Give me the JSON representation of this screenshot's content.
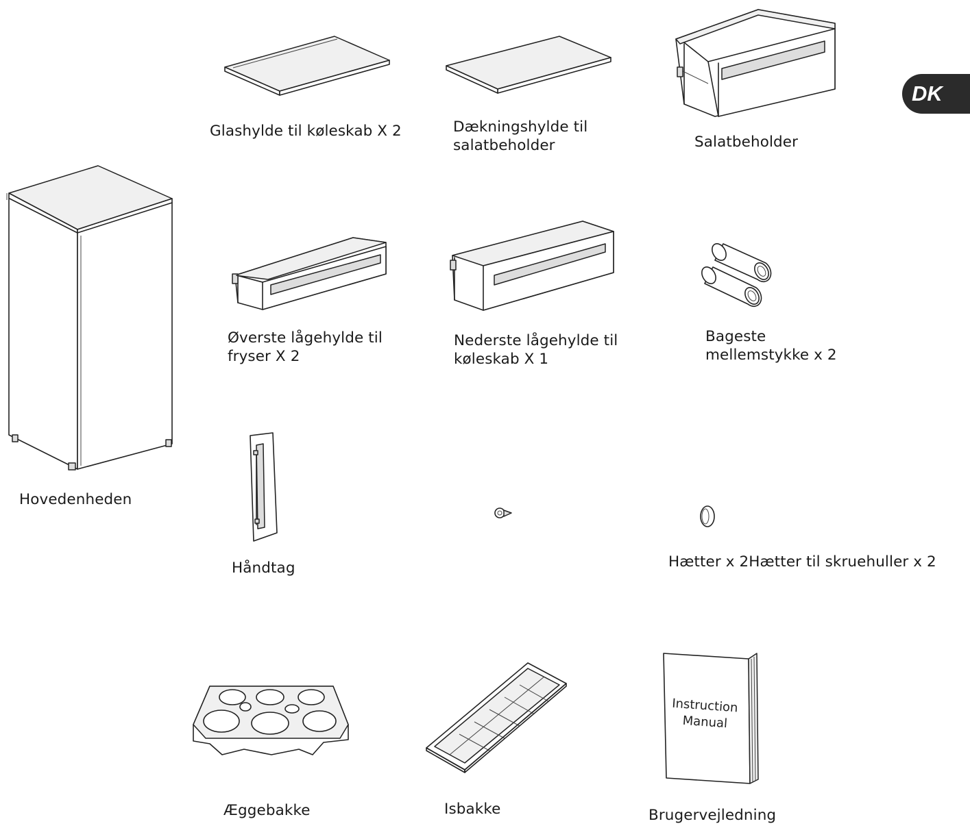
{
  "tab": {
    "label": "DK"
  },
  "items": {
    "glass_shelf": {
      "line1": "Glashylde til køleskab X 2",
      "line2": ""
    },
    "cover_shelf": {
      "line1": "Dækningshylde til",
      "line2": "salatbeholder"
    },
    "crisper": {
      "line1": "Salatbeholder",
      "line2": ""
    },
    "main_unit": {
      "line1": "Hovedenheden",
      "line2": ""
    },
    "upper_door_shelf": {
      "line1": "Øverste lågehylde til",
      "line2": "fryser X 2"
    },
    "lower_door_shelf": {
      "line1": "Nederste lågehylde til",
      "line2": "køleskab X 1"
    },
    "spacers": {
      "line1": "Bageste",
      "line2": "mellemstykke x 2"
    },
    "handle": {
      "line1": "Håndtag",
      "line2": ""
    },
    "caps": {
      "line1": "Hætter x 2Hætter til skruehuller x 2",
      "line2": ""
    },
    "egg_tray": {
      "line1": "Æggebakke",
      "line2": ""
    },
    "ice_tray": {
      "line1": "Isbakke",
      "line2": ""
    },
    "manual": {
      "line1": "Brugervejledning",
      "line2": "",
      "cover_line1": "Instruction",
      "cover_line2": "Manual"
    }
  }
}
